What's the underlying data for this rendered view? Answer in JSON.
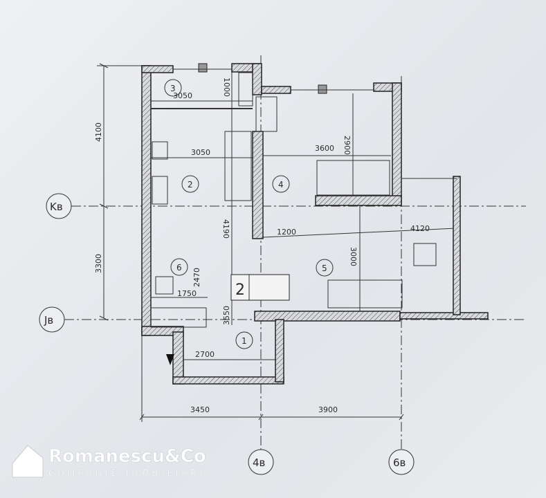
{
  "plan": {
    "dimensions": {
      "left_top": "4100",
      "left_bottom": "3300",
      "storage_width": "3050",
      "storage_depth": "1000",
      "kitchen_width": "3050",
      "kitchen_depth": "4190",
      "bedroom_width": "3600",
      "bedroom_depth": "2900",
      "hall_width": "1200",
      "living_width": "4120",
      "living_depth": "3000",
      "bath_depth": "2470",
      "bath_width": "1750",
      "entry_depth": "3550",
      "entry_width": "2700",
      "bottom_left": "3450",
      "bottom_right": "3900"
    },
    "rooms": [
      "1",
      "2",
      "3",
      "4",
      "5",
      "6"
    ],
    "unit_label": "2",
    "axes": {
      "k": "Kв",
      "j": "Jв",
      "a4": "4в",
      "a6": "6в"
    }
  },
  "watermark": {
    "brand": "Romanescu&Co",
    "tagline": "COMPANIE IMOBILIARĂ"
  }
}
